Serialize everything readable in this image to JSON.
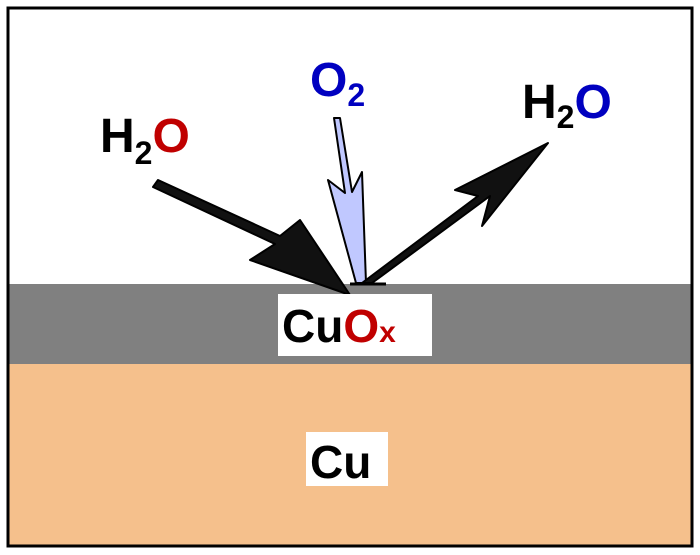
{
  "labels": {
    "h2o_left": {
      "h": "H",
      "sub": "2",
      "o": "O"
    },
    "o2": {
      "o": "O",
      "sub": "2"
    },
    "h2o_right": {
      "h": "H",
      "sub": "2",
      "o": "O"
    },
    "oxide_layer": {
      "cu": "Cu",
      "o": "O",
      "x": "x"
    },
    "substrate": "Cu"
  },
  "colors": {
    "oxygen_red": "#c00000",
    "oxygen_blue": "#0000c0",
    "hydrogen": "#000000",
    "oxide_layer": "#808080",
    "copper_substrate": "#f5c08c",
    "o2_arrow": "#c0c8ff",
    "background": "#ffffff",
    "border": "#000000"
  }
}
